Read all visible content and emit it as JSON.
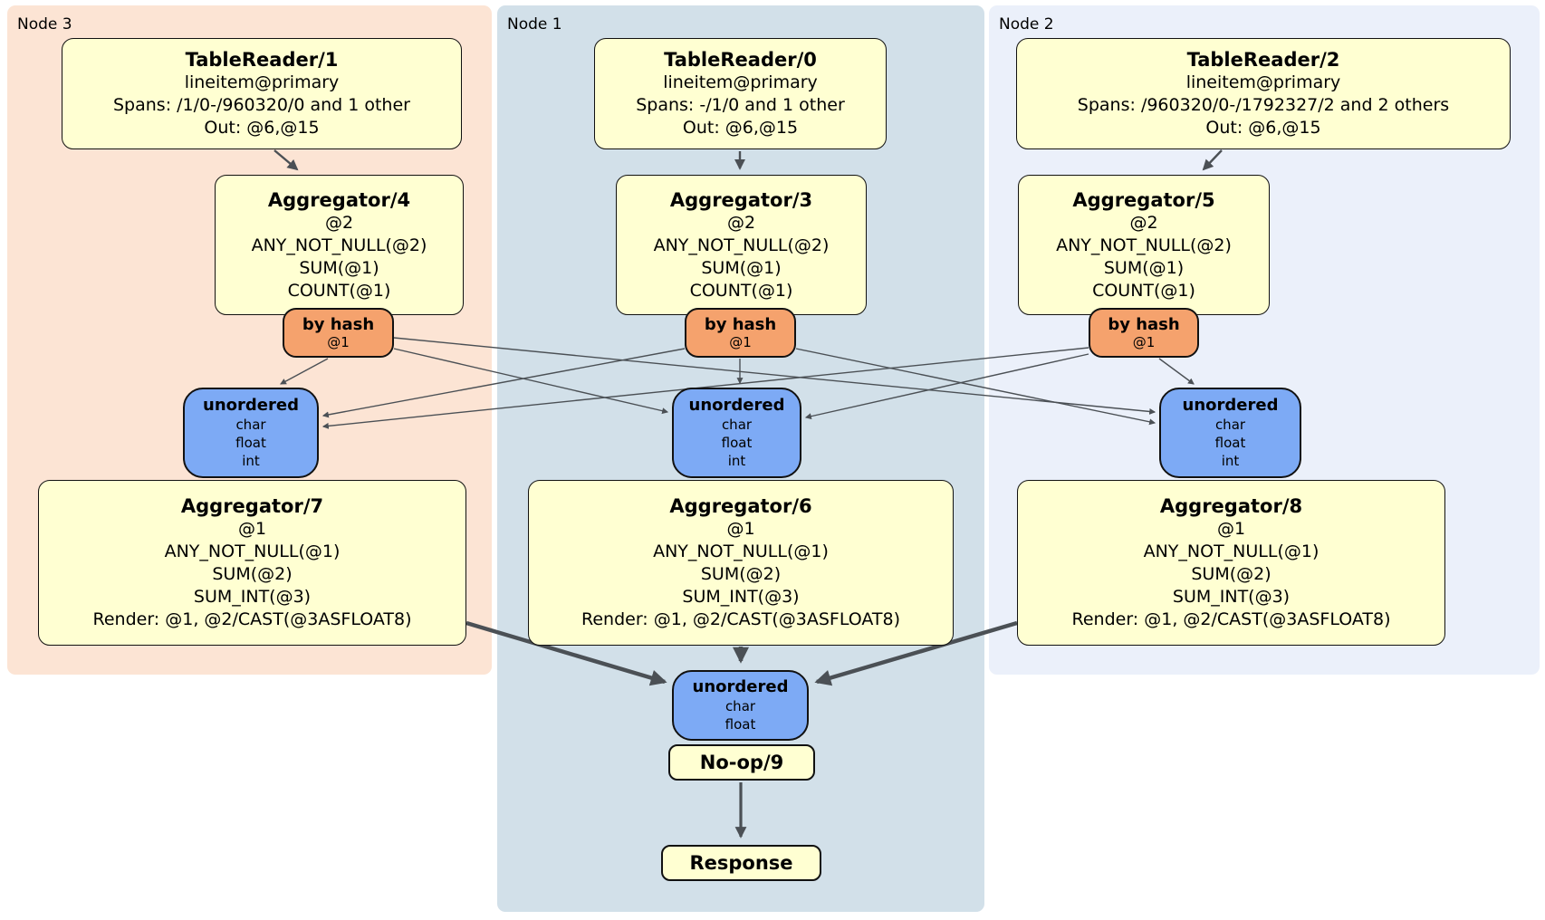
{
  "nodes": [
    {
      "label": "Node 3",
      "table_reader": {
        "title": "TableReader/1",
        "lines": [
          "lineitem@primary",
          "Spans: /1/0-/960320/0 and 1 other",
          "Out: @6,@15"
        ]
      },
      "aggregator_top": {
        "title": "Aggregator/4",
        "lines": [
          "@2",
          "ANY_NOT_NULL(@2)",
          "SUM(@1)",
          "COUNT(@1)"
        ]
      },
      "router": {
        "title": "by hash",
        "detail": "@1"
      },
      "sync": {
        "title": "unordered",
        "lines": [
          "char",
          "float",
          "int"
        ]
      },
      "aggregator_bottom": {
        "title": "Aggregator/7",
        "lines": [
          "@1",
          "ANY_NOT_NULL(@1)",
          "SUM(@2)",
          "SUM_INT(@3)",
          "Render: @1, @2/CAST(@3ASFLOAT8)"
        ]
      }
    },
    {
      "label": "Node 1",
      "table_reader": {
        "title": "TableReader/0",
        "lines": [
          "lineitem@primary",
          "Spans: -/1/0 and 1 other",
          "Out: @6,@15"
        ]
      },
      "aggregator_top": {
        "title": "Aggregator/3",
        "lines": [
          "@2",
          "ANY_NOT_NULL(@2)",
          "SUM(@1)",
          "COUNT(@1)"
        ]
      },
      "router": {
        "title": "by hash",
        "detail": "@1"
      },
      "sync": {
        "title": "unordered",
        "lines": [
          "char",
          "float",
          "int"
        ]
      },
      "aggregator_bottom": {
        "title": "Aggregator/6",
        "lines": [
          "@1",
          "ANY_NOT_NULL(@1)",
          "SUM(@2)",
          "SUM_INT(@3)",
          "Render: @1, @2/CAST(@3ASFLOAT8)"
        ]
      }
    },
    {
      "label": "Node 2",
      "table_reader": {
        "title": "TableReader/2",
        "lines": [
          "lineitem@primary",
          "Spans: /960320/0-/1792327/2 and 2 others",
          "Out: @6,@15"
        ]
      },
      "aggregator_top": {
        "title": "Aggregator/5",
        "lines": [
          "@2",
          "ANY_NOT_NULL(@2)",
          "SUM(@1)",
          "COUNT(@1)"
        ]
      },
      "router": {
        "title": "by hash",
        "detail": "@1"
      },
      "sync": {
        "title": "unordered",
        "lines": [
          "char",
          "float",
          "int"
        ]
      },
      "aggregator_bottom": {
        "title": "Aggregator/8",
        "lines": [
          "@1",
          "ANY_NOT_NULL(@1)",
          "SUM(@2)",
          "SUM_INT(@3)",
          "Render: @1, @2/CAST(@3ASFLOAT8)"
        ]
      }
    }
  ],
  "final_stage": {
    "sync": {
      "title": "unordered",
      "lines": [
        "char",
        "float"
      ]
    },
    "noop_label": "No-op/9",
    "response_label": "Response"
  },
  "colors": {
    "node3_bg": "#fce4d4",
    "node1_bg": "#d2e0e9",
    "node2_bg": "#ebf0fa",
    "processor_bg": "#ffffd2",
    "router_bg": "#f5a26d",
    "sync_bg": "#7daaf5",
    "edge": "#4b5055",
    "border": "#000000"
  }
}
